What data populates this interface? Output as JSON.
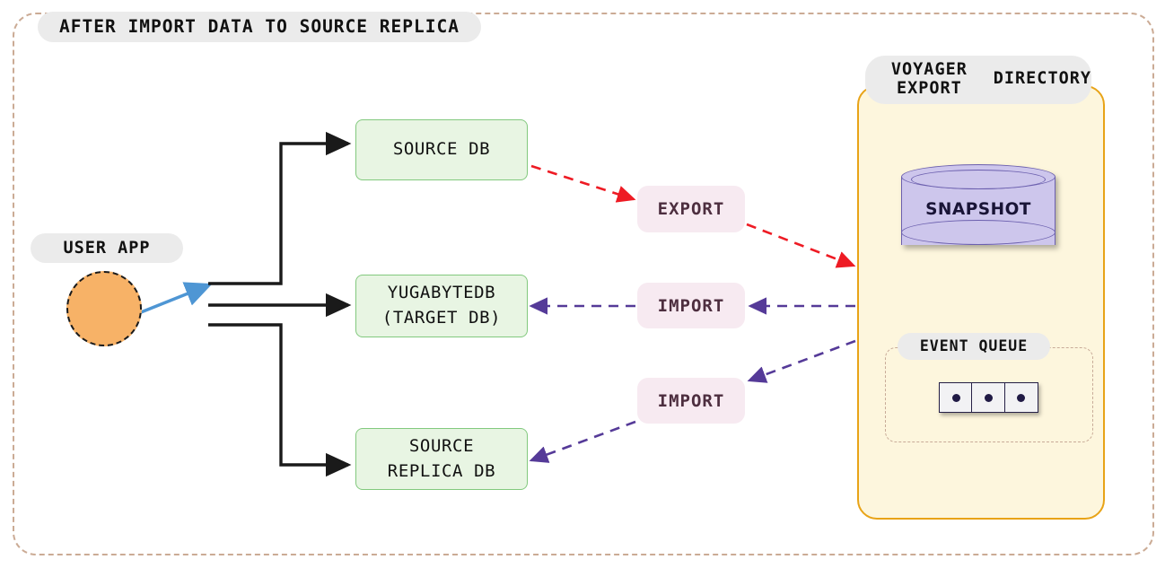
{
  "diagram": {
    "title": "AFTER IMPORT DATA TO SOURCE REPLICA",
    "type": "architecture-flow"
  },
  "user_app": {
    "label": "USER APP",
    "shape": "circle",
    "fill": "#f7b267",
    "border": "dashed-black"
  },
  "databases": [
    {
      "id": "source-db",
      "label": "SOURCE DB",
      "fill": "#e8f5e3",
      "border": "#82c97e"
    },
    {
      "id": "target-db",
      "label": "YUGABYTEDB\n(TARGET DB)",
      "fill": "#e8f5e3",
      "border": "#82c97e"
    },
    {
      "id": "replica-db",
      "label": "SOURCE\nREPLICA DB",
      "fill": "#e8f5e3",
      "border": "#82c97e"
    }
  ],
  "actions": [
    {
      "id": "export",
      "label": "EXPORT",
      "color": "#e8192c",
      "style": "dashed",
      "direction": "source-db-to-voyager"
    },
    {
      "id": "import-1",
      "label": "IMPORT",
      "color": "#4b3a94",
      "style": "dashed",
      "direction": "voyager-to-target-db"
    },
    {
      "id": "import-2",
      "label": "IMPORT",
      "color": "#4b3a94",
      "style": "dashed",
      "direction": "voyager-to-replica-db"
    }
  ],
  "voyager": {
    "title": "VOYAGER EXPORT\nDIRECTORY",
    "title_line_1": "VOYAGER EXPORT",
    "title_line_2": "DIRECTORY",
    "fill": "#fdf6dd",
    "border": "#e8a317",
    "snapshot": {
      "label": "SNAPSHOT",
      "shape": "cylinder",
      "fill": "#cdc6ec",
      "border": "#6b5fae"
    },
    "event_queue": {
      "label": "EVENT QUEUE",
      "cell_count": 3,
      "cells": [
        "event",
        "event",
        "event"
      ],
      "border": "#c8ab98"
    }
  },
  "colors": {
    "outer_frame": "#cbab95",
    "pill_bg": "#ebebeb",
    "action_bg": "#f7eaf1",
    "action_text": "#4d2e3f",
    "user_arrow": "#4e96d4",
    "connector": "#1a1a1a"
  },
  "icons": {
    "queue_in": "arrow-into-queue-icon",
    "queue_out": "arrow-out-of-queue-icon"
  }
}
